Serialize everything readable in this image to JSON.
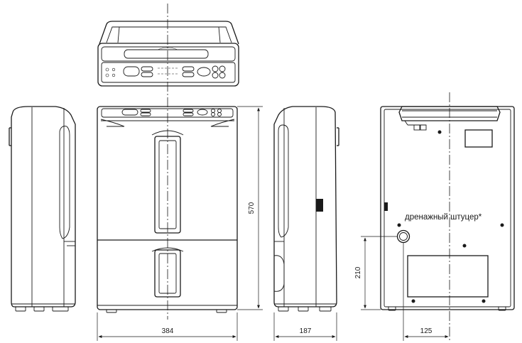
{
  "dimensions": {
    "width": "384",
    "height": "570",
    "depth": "187",
    "drain_height": "210",
    "drain_offset": "125"
  },
  "labels": {
    "drain_fitting": "дренажный штуцер*"
  }
}
